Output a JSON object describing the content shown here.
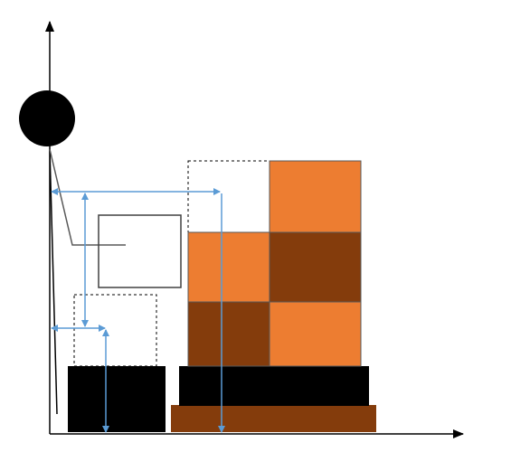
{
  "diagram": {
    "colors": {
      "axis": "#000000",
      "arrow": "#5b9bd5",
      "orange": "#ed7d31",
      "brown": "#843c0c",
      "black": "#000000",
      "outline": "#595959",
      "dashed": "#000000"
    },
    "grid": {
      "columns": 2,
      "rows": 3,
      "cells": [
        [
          "empty-dashed",
          "orange"
        ],
        [
          "orange",
          "brown"
        ],
        [
          "brown",
          "orange"
        ]
      ]
    }
  }
}
